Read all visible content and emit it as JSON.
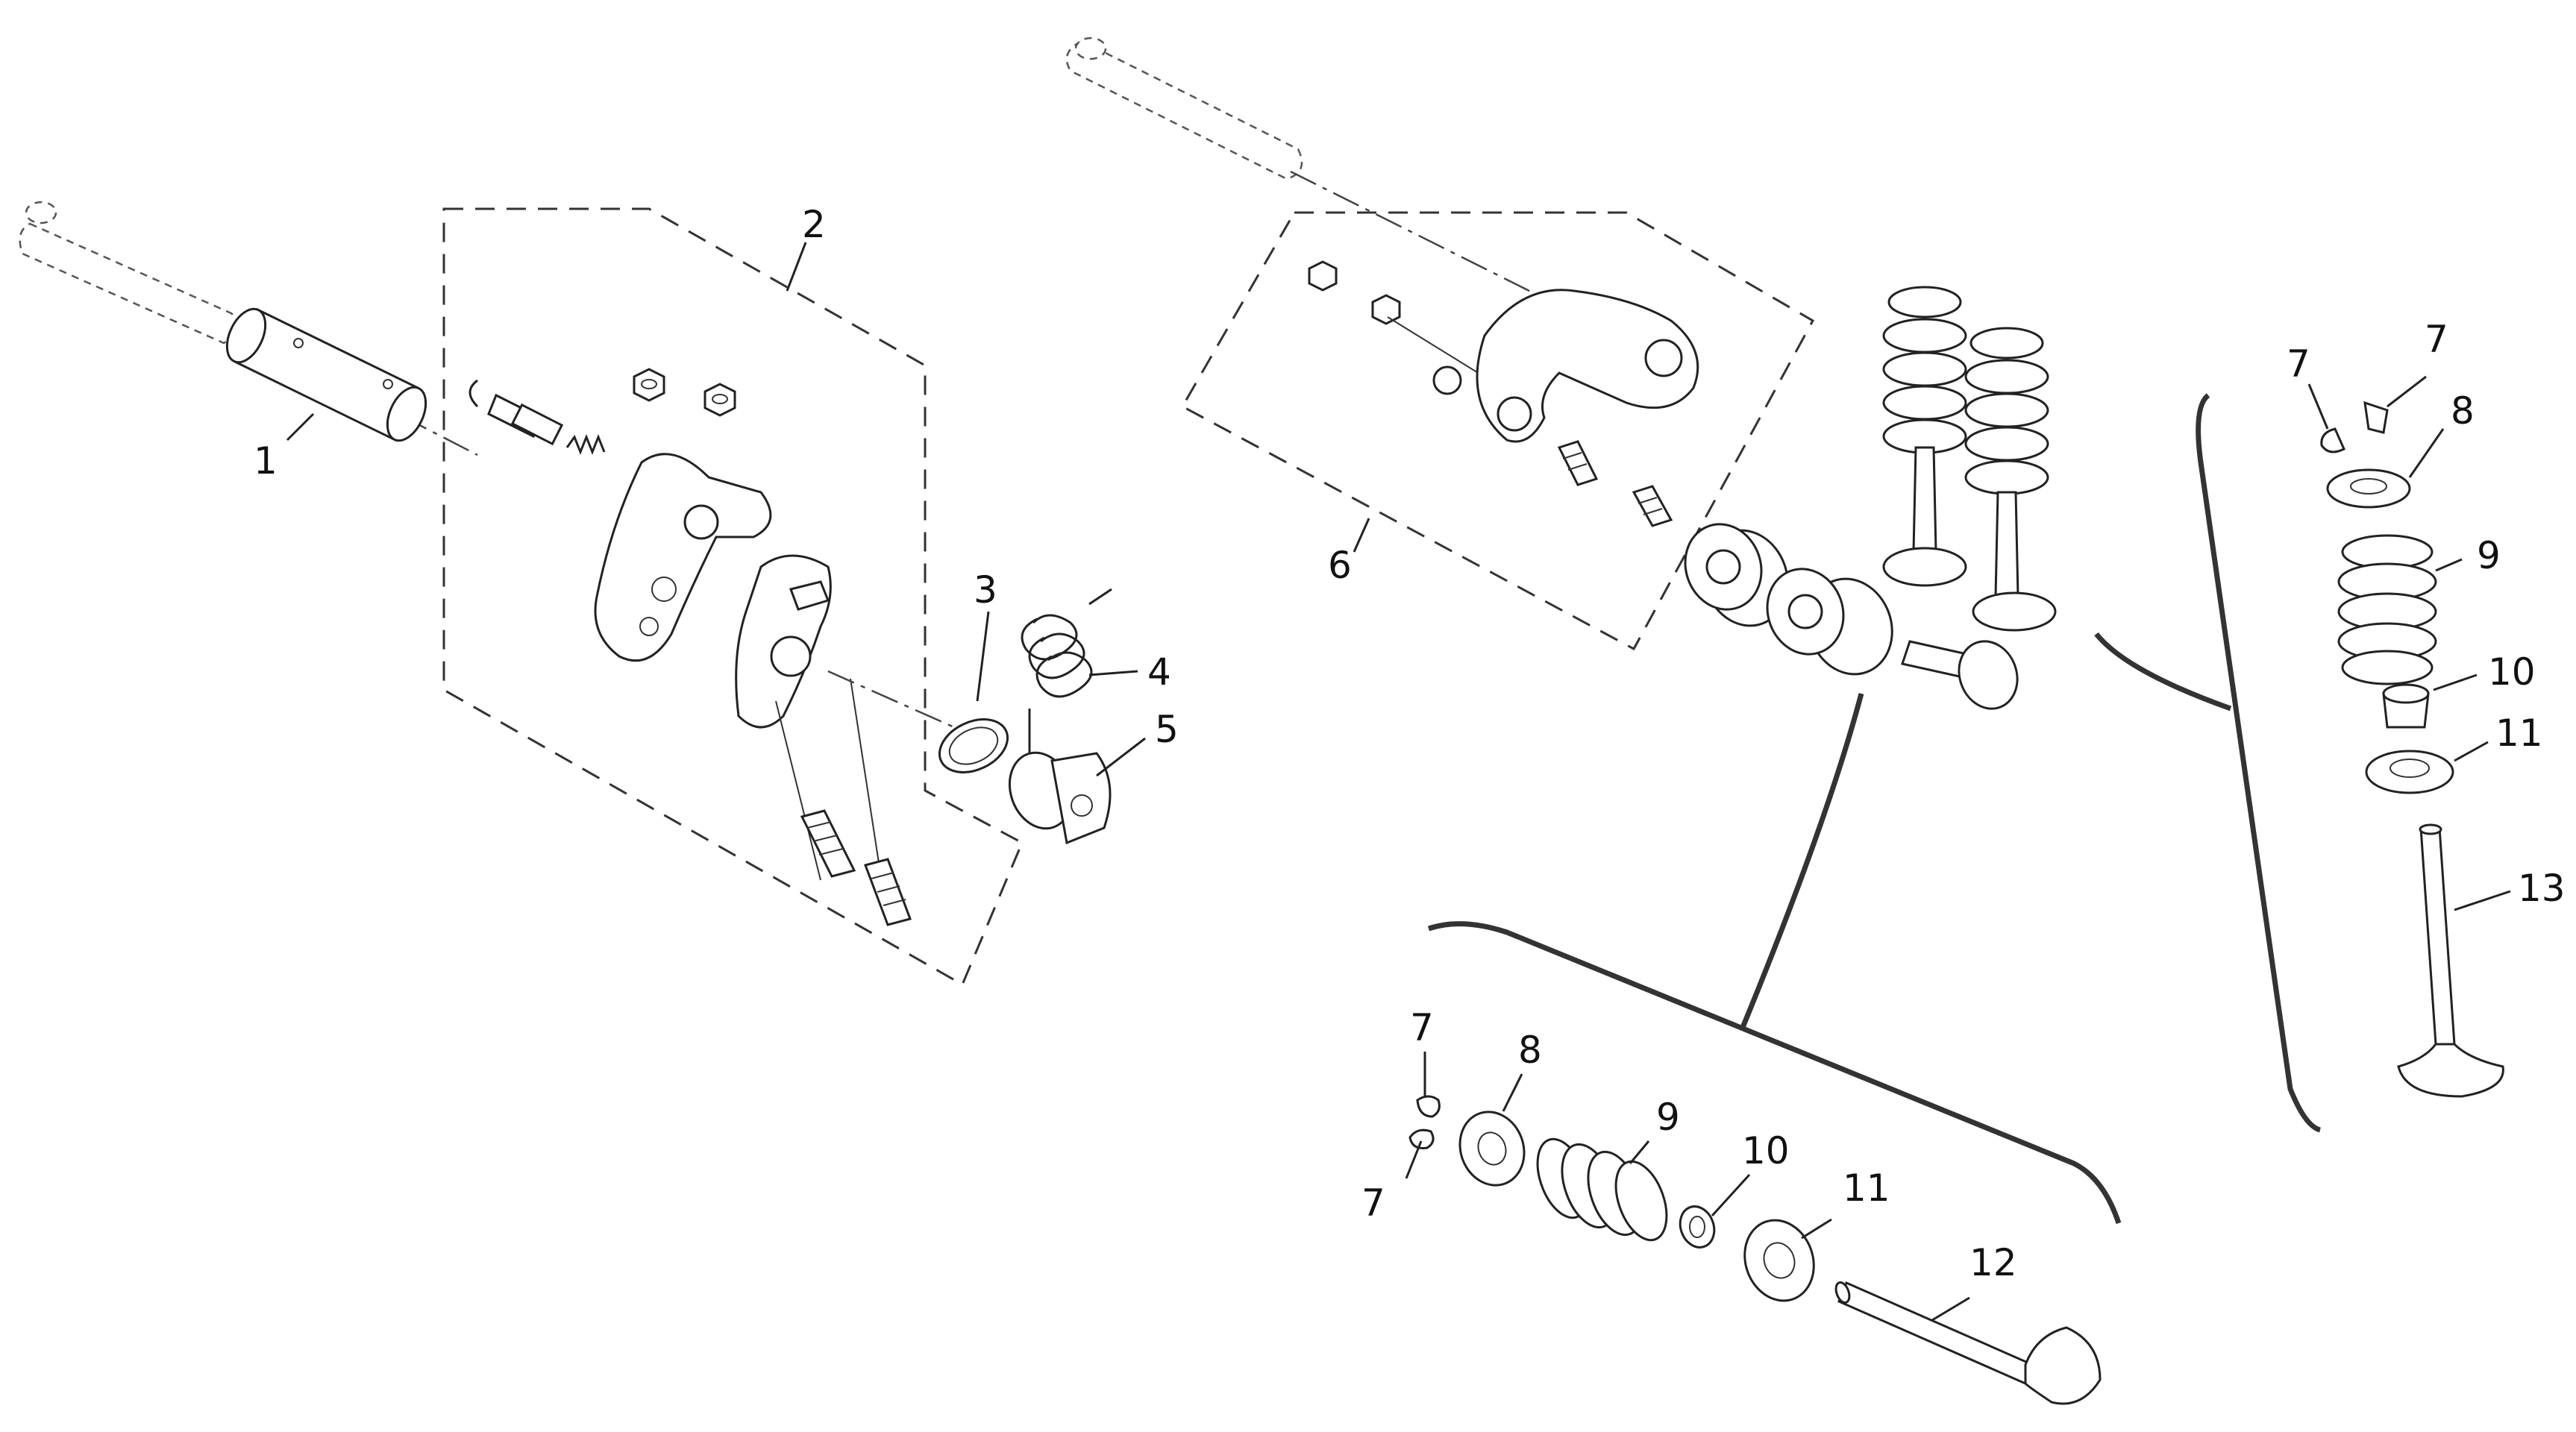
{
  "callouts": {
    "c1": "1",
    "c2": "2",
    "c3": "3",
    "c4": "4",
    "c5": "5",
    "c6": "6",
    "c7a": "7",
    "c7b": "7",
    "c7c": "7",
    "c7d": "7",
    "c8a": "8",
    "c8b": "8",
    "c9a": "9",
    "c9b": "9",
    "c10a": "10",
    "c10b": "10",
    "c11a": "11",
    "c11b": "11",
    "c12": "12",
    "c13": "13"
  }
}
